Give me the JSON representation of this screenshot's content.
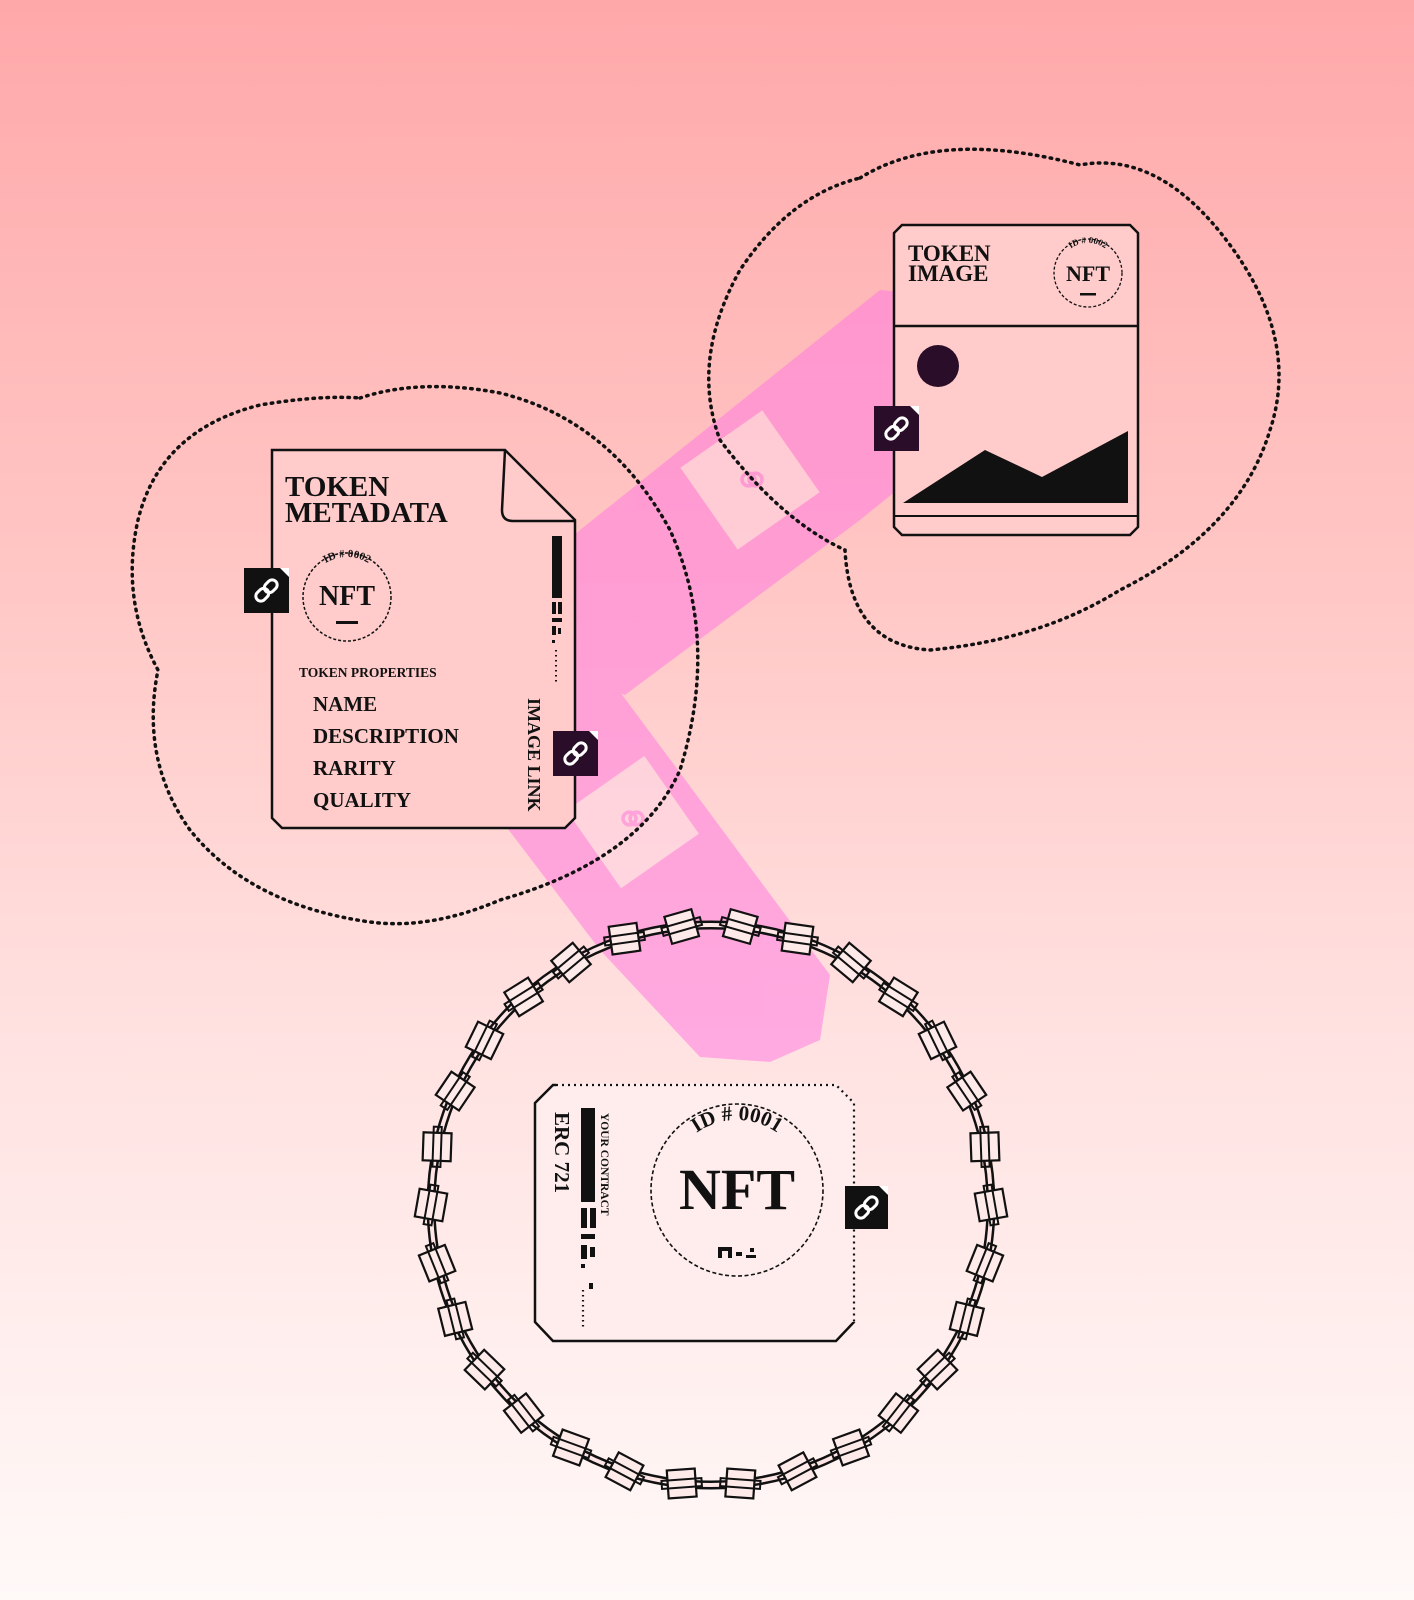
{
  "colors": {
    "ink": "#111111",
    "link_bg": "#111111",
    "link_bg_dark": "#2a0d28",
    "beam": "#ff7ce0",
    "sun": "#2a0d28"
  },
  "metadata_card": {
    "title_line1": "TOKEN",
    "title_line2": "METADATA",
    "seal_id": "ID # 0002",
    "seal_text": "NFT",
    "properties_heading": "TOKEN PROPERTIES",
    "properties": [
      "NAME",
      "DESCRIPTION",
      "RARITY",
      "QUALITY"
    ],
    "image_link_label": "IMAGE LINK"
  },
  "image_card": {
    "title_line1": "TOKEN",
    "title_line2": "IMAGE",
    "seal_id": "ID # 0002",
    "seal_text": "NFT"
  },
  "contract_card": {
    "standard": "ERC 721",
    "contract_label": "YOUR CONTRACT",
    "seal_id": "ID # 0001",
    "seal_text": "NFT"
  },
  "icons": [
    "link-icon",
    "sun-icon",
    "mountain-icon",
    "barcode-icon",
    "chain-icon"
  ]
}
